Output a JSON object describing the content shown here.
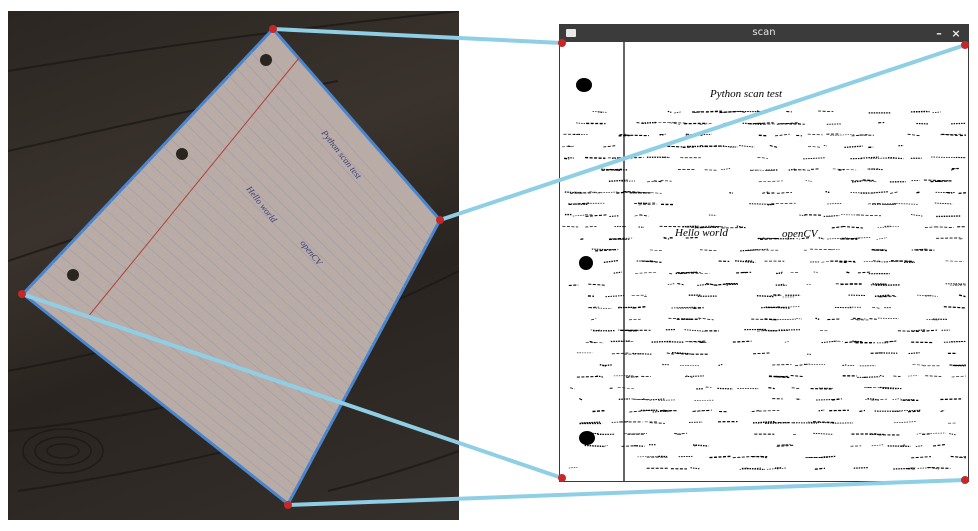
{
  "window": {
    "title": "scan",
    "minimize_glyph": "–",
    "close_glyph": "×"
  },
  "scan": {
    "line1": "Python scan test",
    "line2": "Hello world",
    "line3": "openCV"
  },
  "photo": {
    "line1": "Python scan test",
    "line2": "Hello world",
    "line3": "openCV"
  },
  "colors": {
    "quad_outline": "#4a86d0",
    "connector_line": "#8fcfe6",
    "corner_marker": "#c62828",
    "titlebar": "#3b3b3b"
  },
  "icons": [
    "window-app-icon",
    "minimize-icon",
    "close-icon"
  ]
}
